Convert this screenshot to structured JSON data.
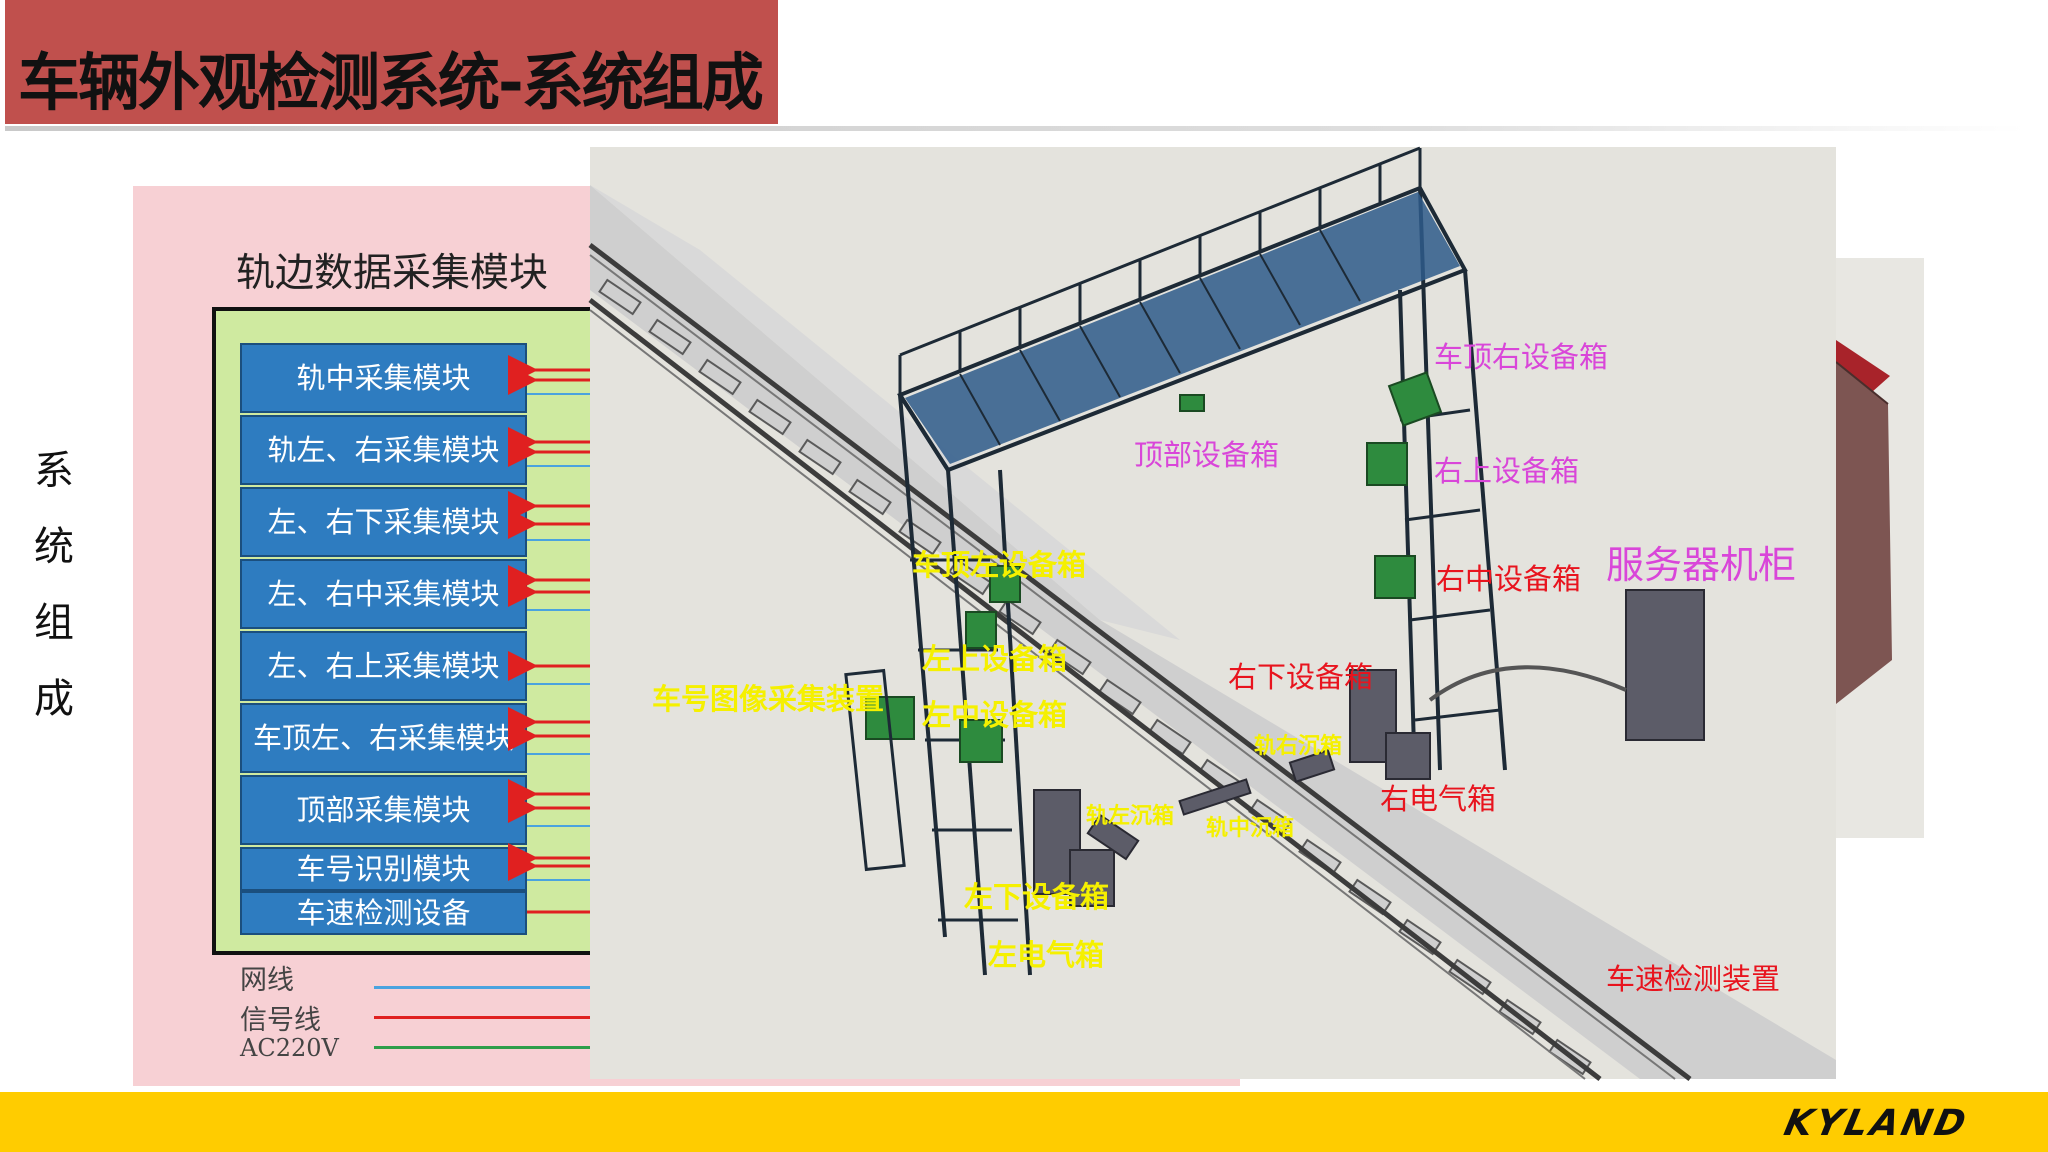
{
  "title": "车辆外观检测系统-系统组成",
  "side_label": [
    "系",
    "统",
    "组",
    "成"
  ],
  "panel": {
    "title": "轨边数据采集模块",
    "modules": [
      "轨中采集模块",
      "轨左、右采集模块",
      "左、右下采集模块",
      "左、右中采集模块",
      "左、右上采集模块",
      "车顶左、右采集模块",
      "顶部采集模块",
      "车号识别模块",
      "车速检测设备"
    ],
    "legend": [
      {
        "label": "网线",
        "color": "#4aa3df"
      },
      {
        "label": "信号线",
        "color": "#e02020"
      },
      {
        "label": "AC220V",
        "color": "#2e9e4a"
      }
    ]
  },
  "scene_labels": {
    "top_right_box": "车顶右设备箱",
    "top_box": "顶部设备箱",
    "right_upper_box": "右上设备箱",
    "server_cabinet": "服务器机柜",
    "roof_left_box": "车顶左设备箱",
    "right_middle_box": "右中设备箱",
    "left_upper_box": "左上设备箱",
    "right_lower_box": "右下设备箱",
    "car_number_device": "车号图像采集装置",
    "left_middle_box": "左中设备箱",
    "rail_right_pit": "轨右沉箱",
    "right_electric_box": "右电气箱",
    "rail_left_pit": "轨左沉箱",
    "rail_middle_pit": "轨中沉箱",
    "left_lower_box": "左下设备箱",
    "left_electric_box": "左电气箱",
    "speed_device": "车速检测装置"
  },
  "colors": {
    "title_bar": "#c0504d",
    "module_fill": "#2e7cc0",
    "panel_fill": "#f7d0d4",
    "box_fill": "#cfeaa0",
    "footer": "#ffcc00",
    "label_yellow": "#f5f000",
    "label_magenta": "#d946d9",
    "label_red": "#e8141e"
  },
  "logo": "KYLAND"
}
